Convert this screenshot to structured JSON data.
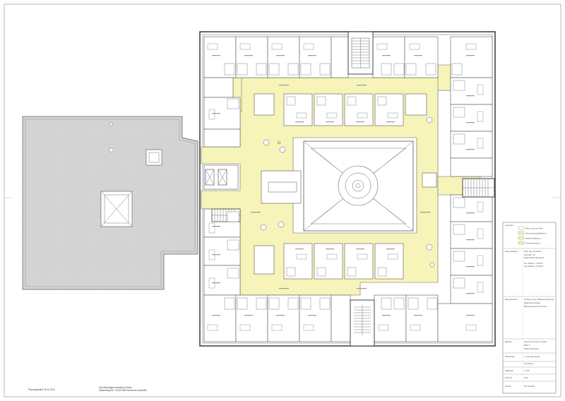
{
  "plan": {
    "footer_left": "Planungsstand 25.10.2012",
    "footer_client_1": "Seid Bauträgerverwaltung GmbH",
    "footer_client_2": "Gläsersteig 86 - 22415 Bad Neuenahr-Ahrweiler"
  },
  "titleblock": {
    "legend_header": "Legende",
    "legend_items": [
      "Bew. Zimmer 46m²",
      "Gemeinschaftsflächen",
      "Verkehrsflächen",
      "Funktionsräume"
    ],
    "planer_label": "Planverfasser",
    "planer_lines": [
      "Dipl.-Ing. Architekt",
      "Schulstr. 12",
      "53474 Bad Neuenahr",
      "Tel. 02641 / 2 05 00",
      "Fax 02641 / 2 05 20"
    ],
    "project_label": "Bauvorhaben",
    "project_lines": [
      "Neubau einer Pflegeeinrichtung",
      "Stationäre Pflege",
      "Bad Neuenahr-Ahrweiler"
    ],
    "owner_label": "Bauherr",
    "owner_lines": [
      "Seniorenzentrum GmbH",
      "Blatt 2",
      "53474 Ahrweiler"
    ],
    "content_label": "Planinhalt",
    "content_lines": [
      "1. Obergeschoss",
      "Grundriss"
    ],
    "scale_label": "Maßstab",
    "scale_value": "1:100",
    "plannr_label": "Plan-Nr.",
    "plannr_value": "02.0",
    "date_label": "Datum",
    "date_value": "25.10.2012"
  },
  "colors": {
    "corridor": "#f6f4b8",
    "walls": "#555555",
    "terrace": "#d9d9d9"
  }
}
